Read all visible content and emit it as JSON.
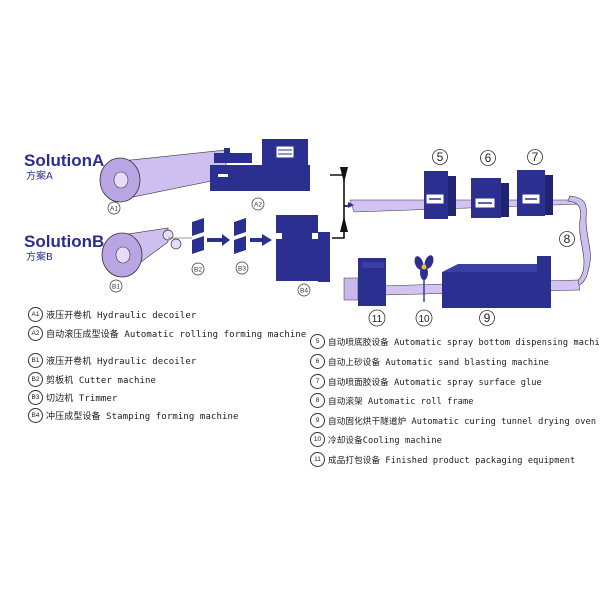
{
  "solutions": {
    "a": {
      "title": "SolutionA",
      "subtitle": "方案A"
    },
    "b": {
      "title": "SolutionB",
      "subtitle": "方案B"
    }
  },
  "machine_tags": {
    "a1": "A1",
    "a2": "A2",
    "b1": "B1",
    "b2": "B2",
    "b3": "B3",
    "b4": "B4",
    "n5": "5",
    "n6": "6",
    "n7": "7",
    "n8": "8",
    "n9": "9",
    "n10": "10",
    "n11": "11"
  },
  "legend_left": [
    {
      "tag": "A1",
      "text": "液压开卷机 Hydraulic decoiler"
    },
    {
      "tag": "A2",
      "text": "自动滚压成型设备 Automatic rolling forming machine"
    },
    {
      "tag": "B1",
      "text": "液压开卷机 Hydraulic decoiler"
    },
    {
      "tag": "B2",
      "text": "剪板机 Cutter machine"
    },
    {
      "tag": "B3",
      "text": "切边机 Trimmer"
    },
    {
      "tag": "B4",
      "text": "冲压成型设备 Stamping forming machine"
    }
  ],
  "legend_right": [
    {
      "tag": "5",
      "text": "自动喷底胶设备 Automatic spray bottom dispensing machine"
    },
    {
      "tag": "6",
      "text": "自动上砂设备 Automatic sand blasting machine"
    },
    {
      "tag": "7",
      "text": "自动喷面胶设备 Automatic spray surface glue"
    },
    {
      "tag": "8",
      "text": "自动滚架 Automatic roll frame"
    },
    {
      "tag": "9",
      "text": "自动固化烘干隧道炉 Automatic curing tunnel drying oven"
    },
    {
      "tag": "10",
      "text": "冷却设备Cooling machine"
    },
    {
      "tag": "11",
      "text": "成品打包设备 Finished product packaging equipment"
    }
  ],
  "colors": {
    "machine_blue": "#2b2f8f",
    "sheet_purple": "#c8b8ec",
    "roll_purple": "#b9a5e4",
    "line_text": "#1a1a1a"
  }
}
